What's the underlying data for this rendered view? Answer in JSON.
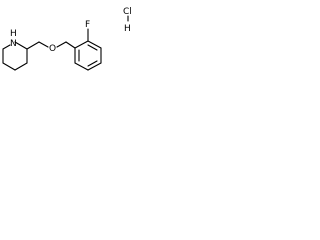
{
  "molecule": {
    "atoms": {
      "nitrogen_ring": "N",
      "nitrogen_h": "H",
      "ether_oxygen": "O",
      "fluorine": "F",
      "hcl_cl": "Cl",
      "hcl_h": "H"
    },
    "colors": {
      "bond": "#000000",
      "label": "#000000",
      "background": "#ffffff"
    }
  }
}
